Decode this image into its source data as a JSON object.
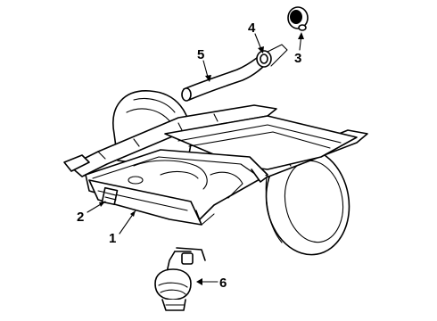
{
  "diagram": {
    "callouts": [
      {
        "id": "1",
        "label": "1"
      },
      {
        "id": "2",
        "label": "2"
      },
      {
        "id": "3",
        "label": "3"
      },
      {
        "id": "4",
        "label": "4"
      },
      {
        "id": "5",
        "label": "5"
      },
      {
        "id": "6",
        "label": "6"
      }
    ],
    "parts": [
      "fuel-tank",
      "tank-strap",
      "fuel-cap",
      "filler-neck-clamp",
      "filler-hose",
      "fuel-pump-sender"
    ]
  }
}
